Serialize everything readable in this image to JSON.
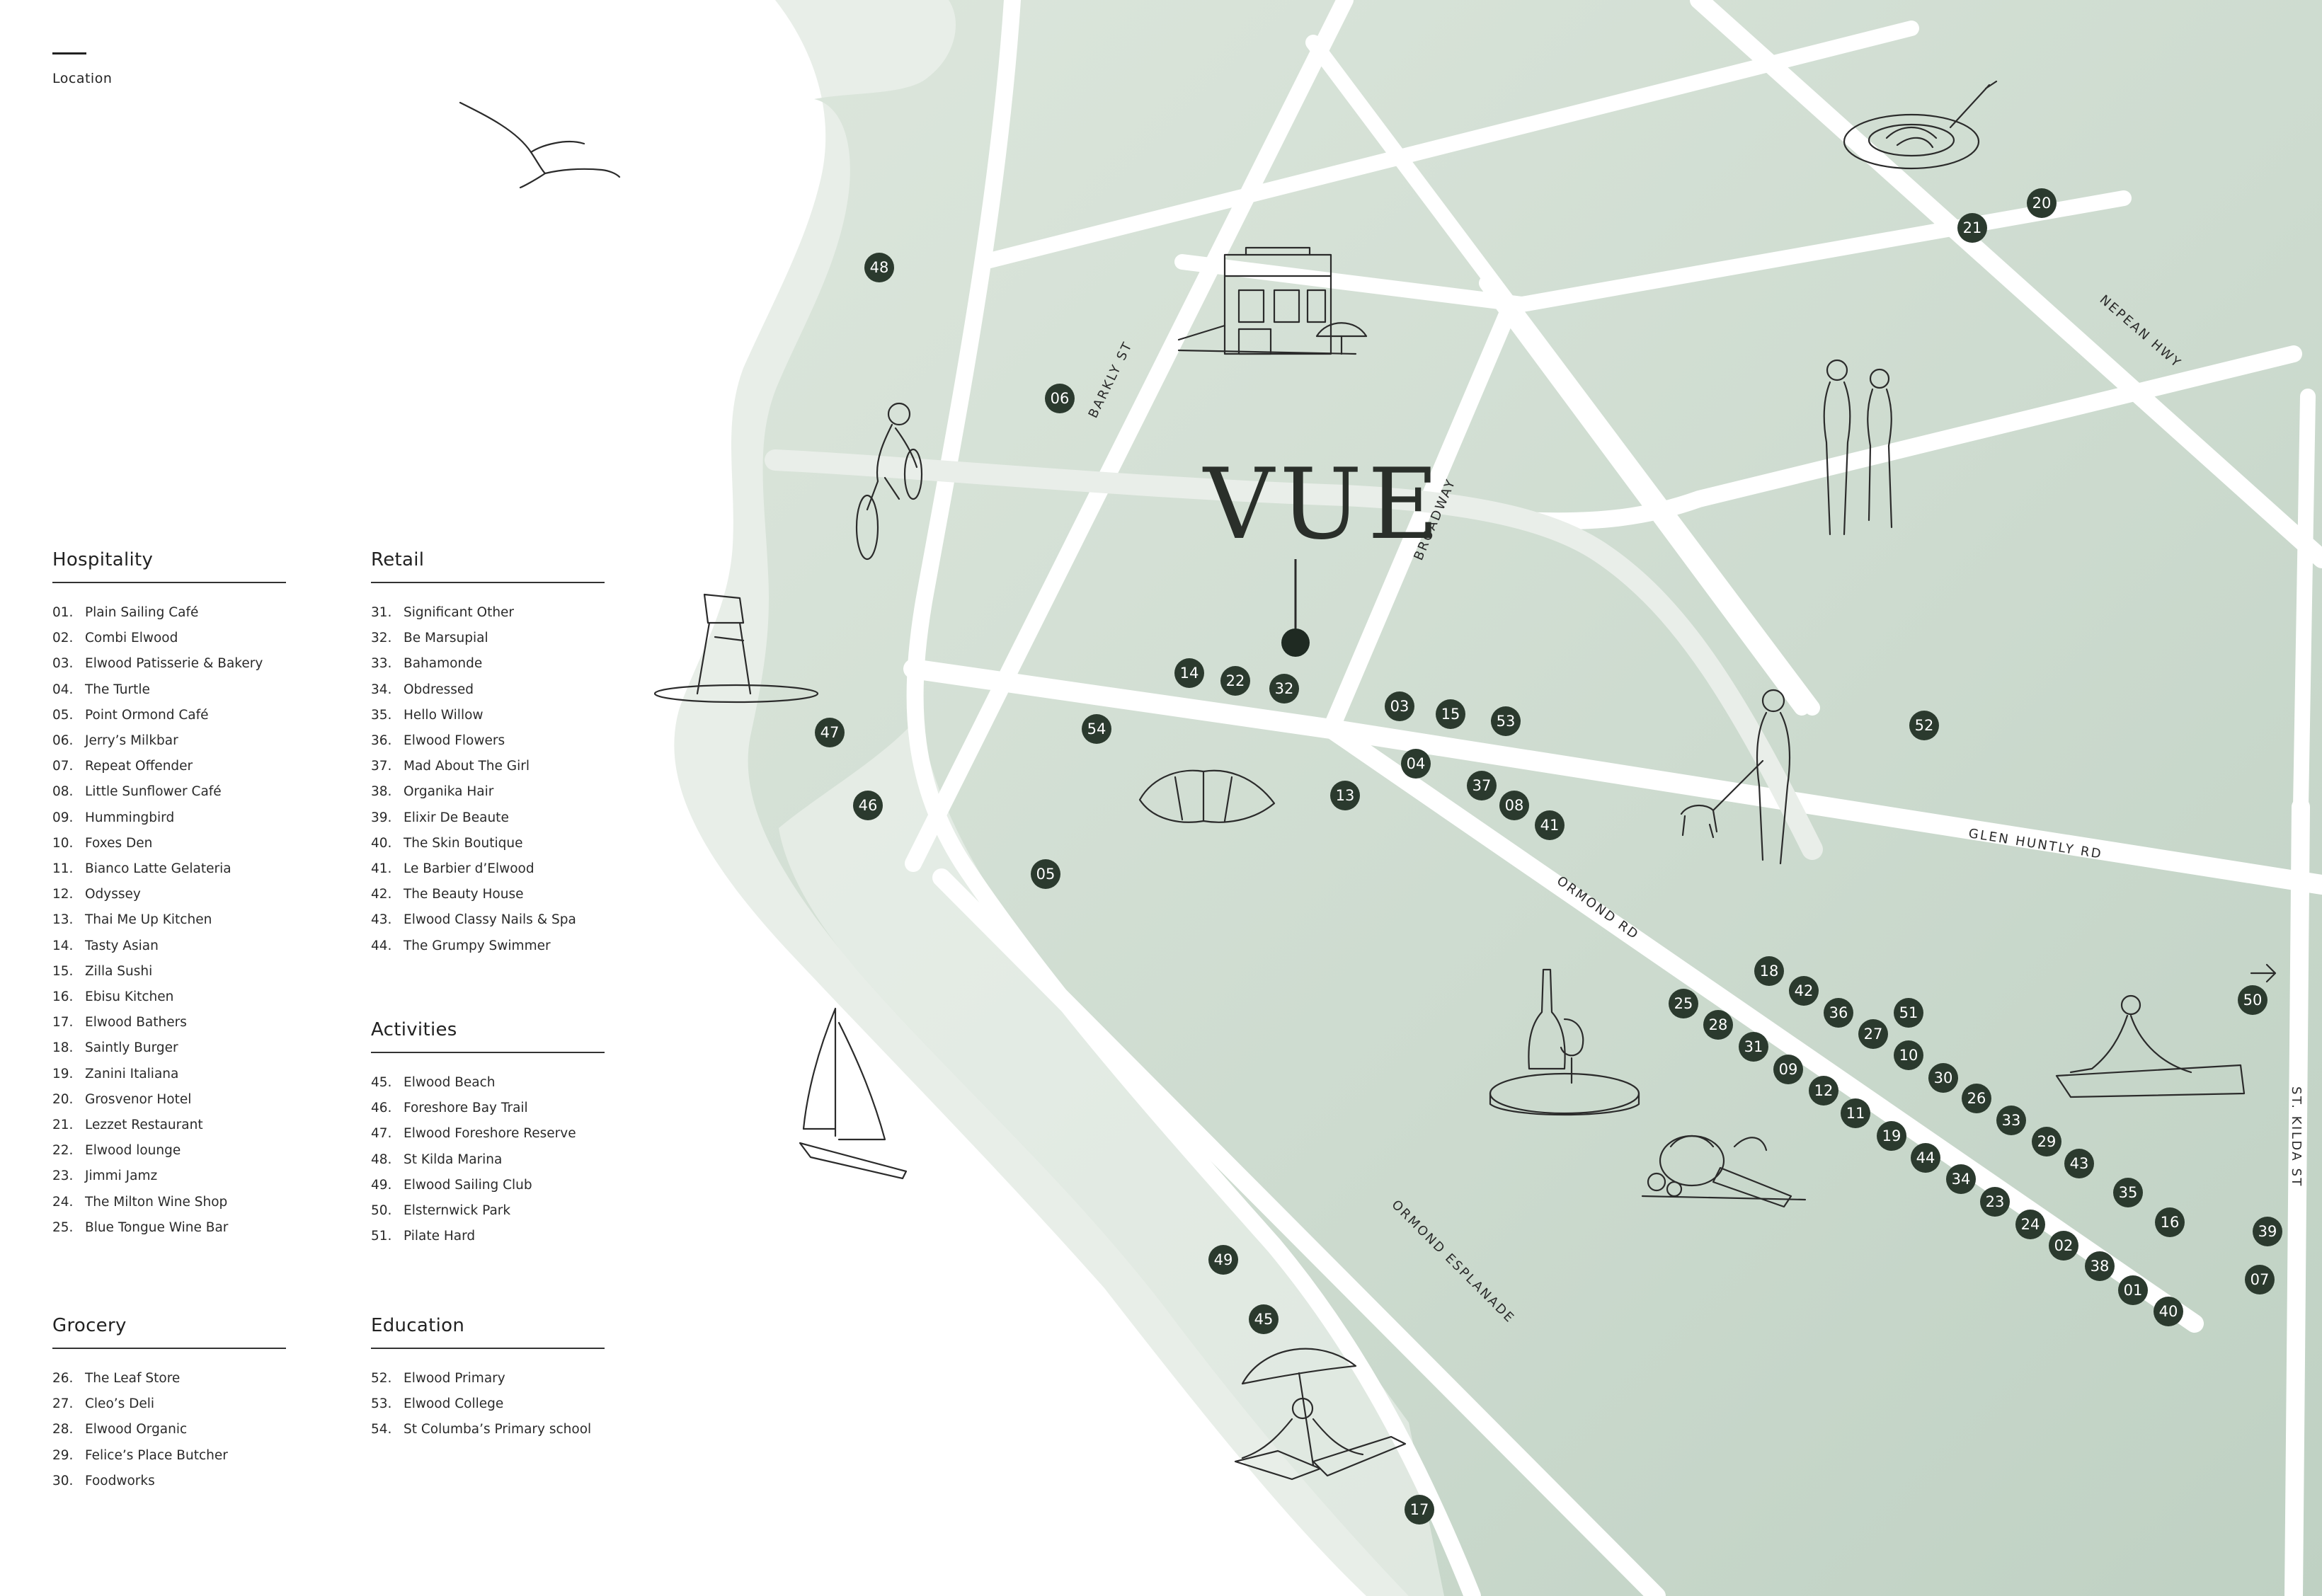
{
  "header": {
    "title": "Location"
  },
  "brand": {
    "name": "VUE"
  },
  "colors": {
    "land": "#cfddd1",
    "land_light": "#e6ede6",
    "road": "#ffffff",
    "pin": "#2b3a2e",
    "text": "#2a2a2a"
  },
  "roads": {
    "barkly_st": "BARKLY ST",
    "broadway": "BROADWAY",
    "nepean_hwy": "NEPEAN HWY",
    "glen_huntly_rd": "GLEN HUNTLY RD",
    "ormond_rd": "ORMOND RD",
    "ormond_esplanade": "ORMOND ESPLANADE",
    "st_kilda_st": "ST. KILDA ST"
  },
  "legend": {
    "hospitality": {
      "title": "Hospitality",
      "items": [
        {
          "num": "01.",
          "name": "Plain Sailing Café"
        },
        {
          "num": "02.",
          "name": "Combi Elwood"
        },
        {
          "num": "03.",
          "name": "Elwood Patisserie & Bakery"
        },
        {
          "num": "04.",
          "name": "The Turtle"
        },
        {
          "num": "05.",
          "name": "Point Ormond Café"
        },
        {
          "num": "06.",
          "name": "Jerry’s Milkbar"
        },
        {
          "num": "07.",
          "name": "Repeat Offender"
        },
        {
          "num": "08.",
          "name": "Little Sunflower Café"
        },
        {
          "num": "09.",
          "name": "Hummingbird"
        },
        {
          "num": "10.",
          "name": "Foxes Den"
        },
        {
          "num": "11.",
          "name": "Bianco Latte Gelateria"
        },
        {
          "num": "12.",
          "name": "Odyssey"
        },
        {
          "num": "13.",
          "name": "Thai Me Up Kitchen"
        },
        {
          "num": "14.",
          "name": "Tasty Asian"
        },
        {
          "num": "15.",
          "name": "Zilla Sushi"
        },
        {
          "num": "16.",
          "name": "Ebisu Kitchen"
        },
        {
          "num": "17.",
          "name": "Elwood Bathers"
        },
        {
          "num": "18.",
          "name": "Saintly Burger"
        },
        {
          "num": "19.",
          "name": "Zanini Italiana"
        },
        {
          "num": "20.",
          "name": "Grosvenor Hotel"
        },
        {
          "num": "21.",
          "name": "Lezzet Restaurant"
        },
        {
          "num": "22.",
          "name": "Elwood lounge"
        },
        {
          "num": "23.",
          "name": "Jimmi Jamz"
        },
        {
          "num": "24.",
          "name": "The Milton Wine Shop"
        },
        {
          "num": "25.",
          "name": "Blue Tongue Wine Bar"
        }
      ]
    },
    "grocery": {
      "title": "Grocery",
      "items": [
        {
          "num": "26.",
          "name": "The Leaf Store"
        },
        {
          "num": "27.",
          "name": "Cleo’s Deli"
        },
        {
          "num": "28.",
          "name": "Elwood Organic"
        },
        {
          "num": "29.",
          "name": "Felice’s Place Butcher"
        },
        {
          "num": "30.",
          "name": "Foodworks"
        }
      ]
    },
    "retail": {
      "title": "Retail",
      "items": [
        {
          "num": "31.",
          "name": "Significant Other"
        },
        {
          "num": "32.",
          "name": "Be Marsupial"
        },
        {
          "num": "33.",
          "name": "Bahamonde"
        },
        {
          "num": "34.",
          "name": "Obdressed"
        },
        {
          "num": "35.",
          "name": "Hello Willow"
        },
        {
          "num": "36.",
          "name": "Elwood Flowers"
        },
        {
          "num": "37.",
          "name": "Mad About The Girl"
        },
        {
          "num": "38.",
          "name": "Organika Hair"
        },
        {
          "num": "39.",
          "name": "Elixir De Beaute"
        },
        {
          "num": "40.",
          "name": "The Skin Boutique"
        },
        {
          "num": "41.",
          "name": "Le Barbier d’Elwood"
        },
        {
          "num": "42.",
          "name": "The Beauty House"
        },
        {
          "num": "43.",
          "name": "Elwood Classy Nails & Spa"
        },
        {
          "num": "44.",
          "name": "The Grumpy Swimmer"
        }
      ]
    },
    "activities": {
      "title": "Activities",
      "items": [
        {
          "num": "45.",
          "name": "Elwood Beach"
        },
        {
          "num": "46.",
          "name": "Foreshore Bay Trail"
        },
        {
          "num": "47.",
          "name": "Elwood Foreshore Reserve"
        },
        {
          "num": "48.",
          "name": "St Kilda Marina"
        },
        {
          "num": "49.",
          "name": "Elwood Sailing Club"
        },
        {
          "num": "50.",
          "name": "Elsternwick Park"
        },
        {
          "num": "51.",
          "name": "Pilate Hard"
        }
      ]
    },
    "education": {
      "title": "Education",
      "items": [
        {
          "num": "52.",
          "name": "Elwood Primary"
        },
        {
          "num": "53.",
          "name": "Elwood College"
        },
        {
          "num": "54.",
          "name": "St Columba’s Primary school"
        }
      ]
    }
  },
  "map_pins": [
    "01",
    "02",
    "03",
    "04",
    "05",
    "06",
    "07",
    "08",
    "09",
    "10",
    "11",
    "12",
    "13",
    "14",
    "15",
    "16",
    "17",
    "18",
    "19",
    "20",
    "21",
    "22",
    "23",
    "24",
    "25",
    "26",
    "27",
    "28",
    "29",
    "30",
    "31",
    "32",
    "33",
    "34",
    "35",
    "36",
    "37",
    "38",
    "39",
    "40",
    "41",
    "42",
    "43",
    "44",
    "45",
    "46",
    "47",
    "48",
    "49",
    "50",
    "51",
    "52",
    "53",
    "54"
  ],
  "icons": [
    "seagull-icon",
    "cafe-building-icon",
    "pasta-plate-icon",
    "cyclist-icon",
    "couple-walking-icon",
    "lifeguard-tower-icon",
    "croissant-icon",
    "dog-walker-icon",
    "sailboat-icon",
    "wine-cheese-icon",
    "vegetables-icon",
    "yoga-icon",
    "beach-umbrella-icon",
    "arrow-right-icon"
  ]
}
